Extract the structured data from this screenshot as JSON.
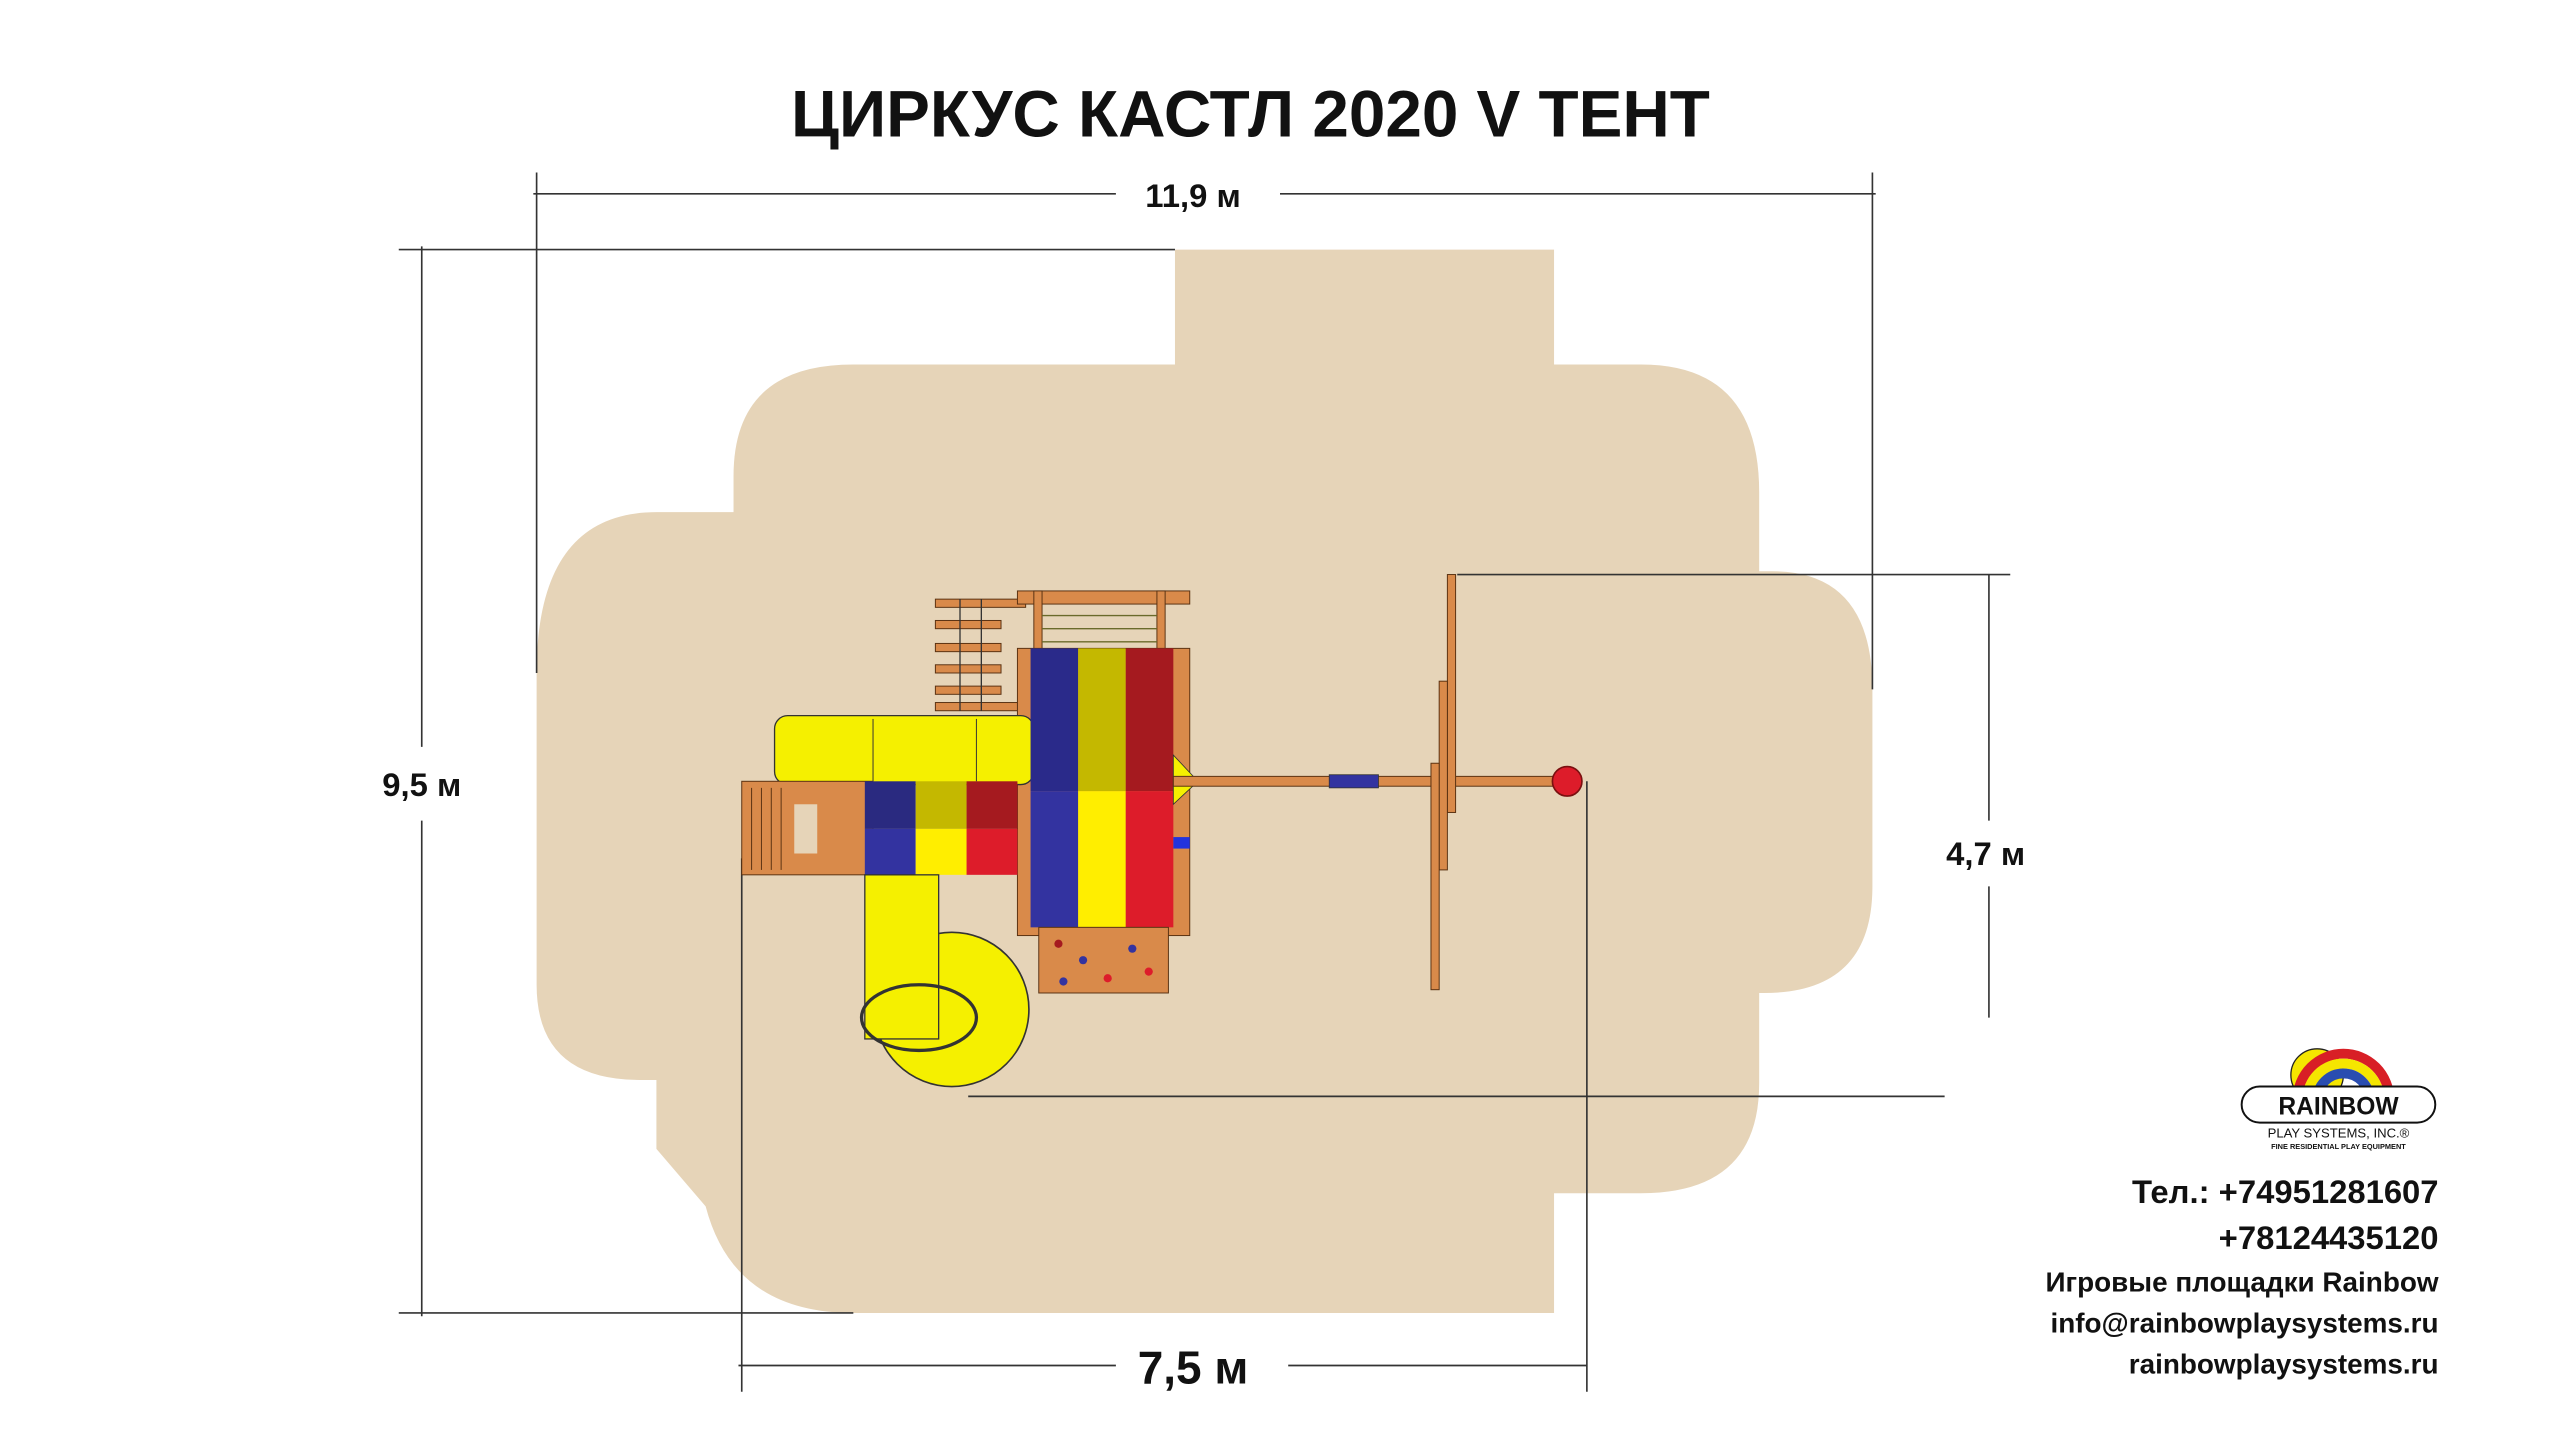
{
  "title": "ЦИРКУС КАСТЛ 2020 V ТЕНТ",
  "dimensions": {
    "overall_width": "11,9 м",
    "overall_depth": "9,5 м",
    "equipment_depth": "4,7 м",
    "equipment_width": "7,5 м"
  },
  "colors": {
    "surface": "#e6d4b8",
    "wood": "#d98a4a",
    "tent_blue": "#3333a0",
    "tent_yellow": "#ffee00",
    "tent_red": "#dd1c2a",
    "slide_yellow": "#f5f000"
  },
  "logo": {
    "brand": "RAINBOW",
    "sub": "PLAY SYSTEMS, INC.®",
    "tagline": "FINE RESIDENTIAL PLAY EQUIPMENT"
  },
  "contacts": {
    "phone1": "Тел.: +74951281607",
    "phone2": "+78124435120",
    "company": "Игровые площадки Rainbow",
    "email": "info@rainbowplaysystems.ru",
    "site": "rainbowplaysystems.ru"
  }
}
